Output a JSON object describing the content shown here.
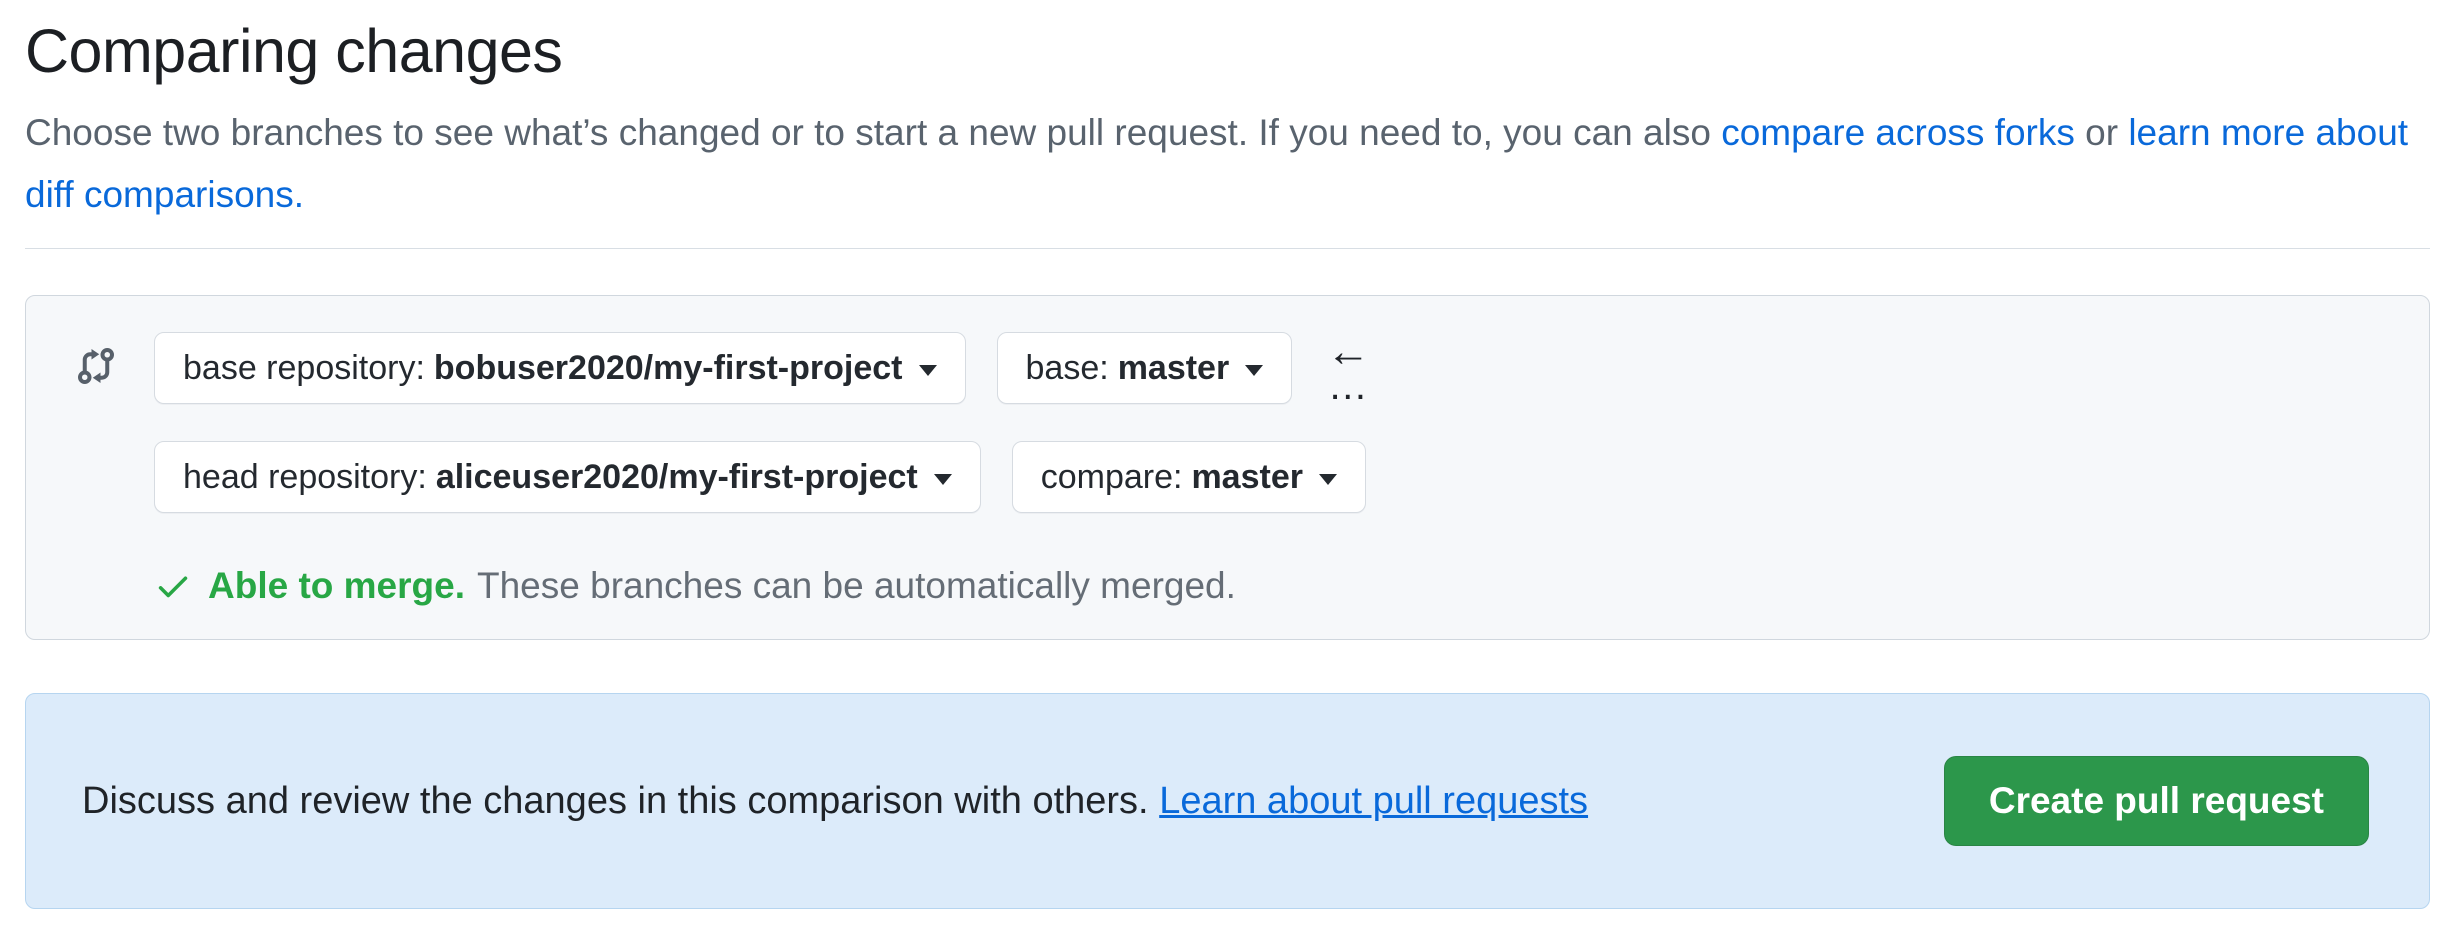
{
  "page": {
    "title": "Comparing changes",
    "intro": {
      "text_before": "Choose two branches to see what’s changed or to start a new pull request. If you need to, you can also ",
      "link_compare_forks": "compare across forks",
      "text_between": " or ",
      "link_diff_comparisons": "learn more about diff comparisons."
    }
  },
  "range_selector": {
    "base_repo": {
      "label": "base repository:",
      "value": "bobuser2020/my-first-project"
    },
    "base_branch": {
      "label": "base:",
      "value": "master"
    },
    "head_repo": {
      "label": "head repository:",
      "value": "aliceuser2020/my-first-project"
    },
    "compare_branch": {
      "label": "compare:",
      "value": "master"
    },
    "direction_arrow": "←",
    "direction_dots": "…",
    "merge_status": {
      "strong": "Able to merge.",
      "text": "These branches can be automatically merged."
    }
  },
  "pr_banner": {
    "text": "Discuss and review the changes in this comparison with others. ",
    "link": "Learn about pull requests",
    "button": "Create pull request"
  },
  "icons": {
    "git_compare": "git-compare-icon",
    "check": "✓",
    "caret_down": "▾",
    "arrow_left": "←",
    "ellipsis": "…"
  },
  "colors": {
    "link_blue": "#0969da",
    "merge_green": "#28a745",
    "banner_bg": "#dcebfa",
    "banner_border": "#b6d5f0",
    "button_green": "#2c974b"
  }
}
